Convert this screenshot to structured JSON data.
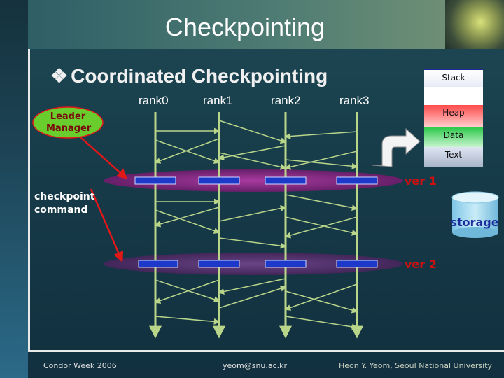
{
  "slide": {
    "title": "Checkpointing",
    "subtitle": "Coordinated Checkpointing",
    "bullet": "❖"
  },
  "ranks": [
    "rank0",
    "rank1",
    "rank2",
    "rank3"
  ],
  "callouts": {
    "leader_manager": [
      "Leader",
      "Manager"
    ],
    "checkpoint_command": [
      "checkpoint",
      "command"
    ]
  },
  "versions": [
    "ver 1",
    "ver 2"
  ],
  "memory_layout": [
    "Stack",
    "Heap",
    "Data",
    "Text"
  ],
  "storage": "storage",
  "footer": {
    "left": "Condor Week 2006",
    "center": "yeom@snu.ac.kr",
    "right": "Heon Y. Yeom, Seoul National University"
  },
  "colors": {
    "process_line": "#b9d58a",
    "checkpoint_block": "#1d39c9",
    "ellipse_top": "#7a237a",
    "ellipse_bottom": "#4a2a6a",
    "callout_arrow": "#e01818",
    "version_text": "#d01010"
  }
}
